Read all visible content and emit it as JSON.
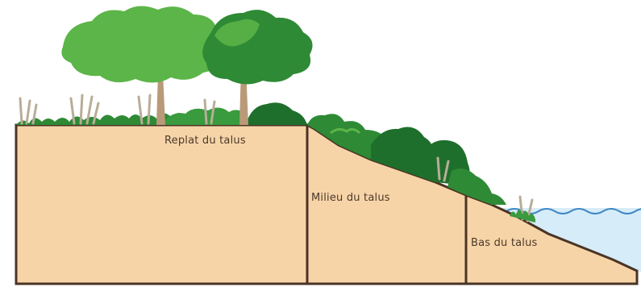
{
  "zones": {
    "top": {
      "label": "Replat du talus"
    },
    "middle": {
      "label": "Milieu du talus"
    },
    "bottom": {
      "label": "Bas du talus"
    }
  },
  "colors": {
    "soil": "#f7d4a8",
    "outline": "#4a3424",
    "water": "#d6ecf8",
    "water_line": "#3e86c4",
    "tree_light": "#5cb548",
    "tree_dark": "#2e8a35",
    "shrub_dark": "#1f6f2c",
    "trunk": "#b99a78",
    "reed": "#b9ad98"
  }
}
